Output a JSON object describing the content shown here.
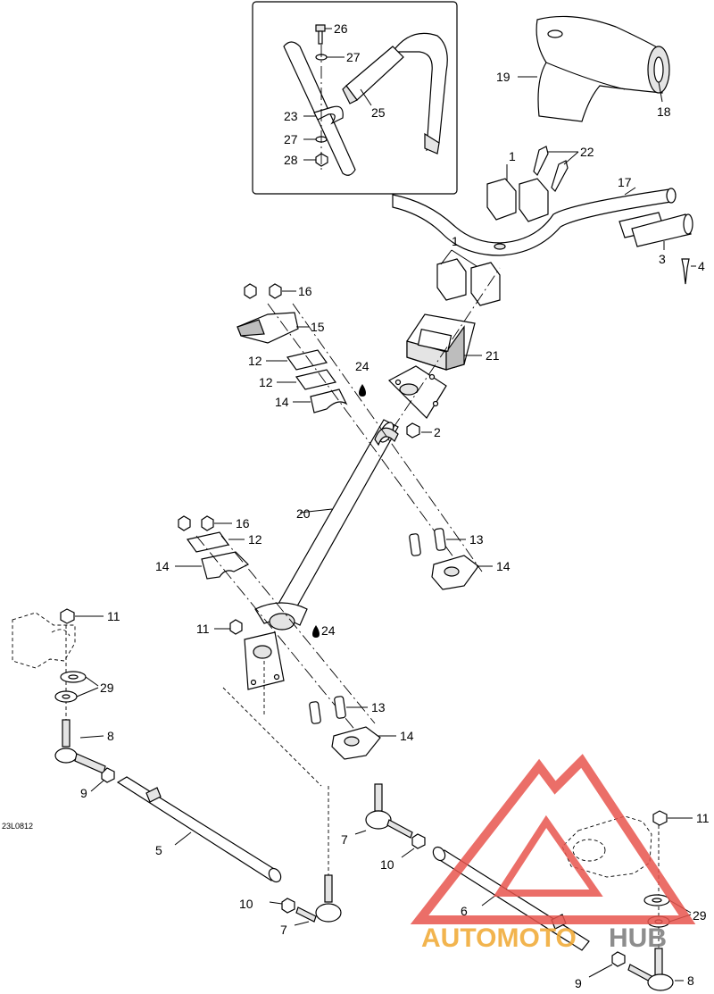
{
  "reference_code": "23L0812",
  "callouts": {
    "c26": "26",
    "c27a": "27",
    "c23": "23",
    "c27b": "27",
    "c28": "28",
    "c25": "25",
    "c19": "19",
    "c18": "18",
    "c1a": "1",
    "c22": "22",
    "c17": "17",
    "c1b": "1",
    "c3": "3",
    "c4": "4",
    "c16a": "16",
    "c15": "15",
    "c21": "21",
    "c12a": "12",
    "c24a": "24",
    "c12b": "12",
    "c14a": "14",
    "c2": "2",
    "c20": "20",
    "c16b": "16",
    "c12c": "12",
    "c13a": "13",
    "c14b": "14",
    "c14c": "14",
    "c11a": "11",
    "c11b": "11",
    "c24b": "24",
    "c29a": "29",
    "c8a": "8",
    "c13b": "13",
    "c14d": "14",
    "c9a": "9",
    "c11c": "11",
    "c7a": "7",
    "c10a": "10",
    "c5": "5",
    "c10b": "10",
    "c7b": "7",
    "c6": "6",
    "c29b": "29",
    "c9b": "9",
    "c8b": "8"
  },
  "watermark": {
    "brand_part1": "AUTOMOTO",
    "brand_part2": "HUB",
    "color_logo": "#e8554e",
    "color_text1": "#f0a830",
    "color_text2": "#7a7a7a"
  }
}
